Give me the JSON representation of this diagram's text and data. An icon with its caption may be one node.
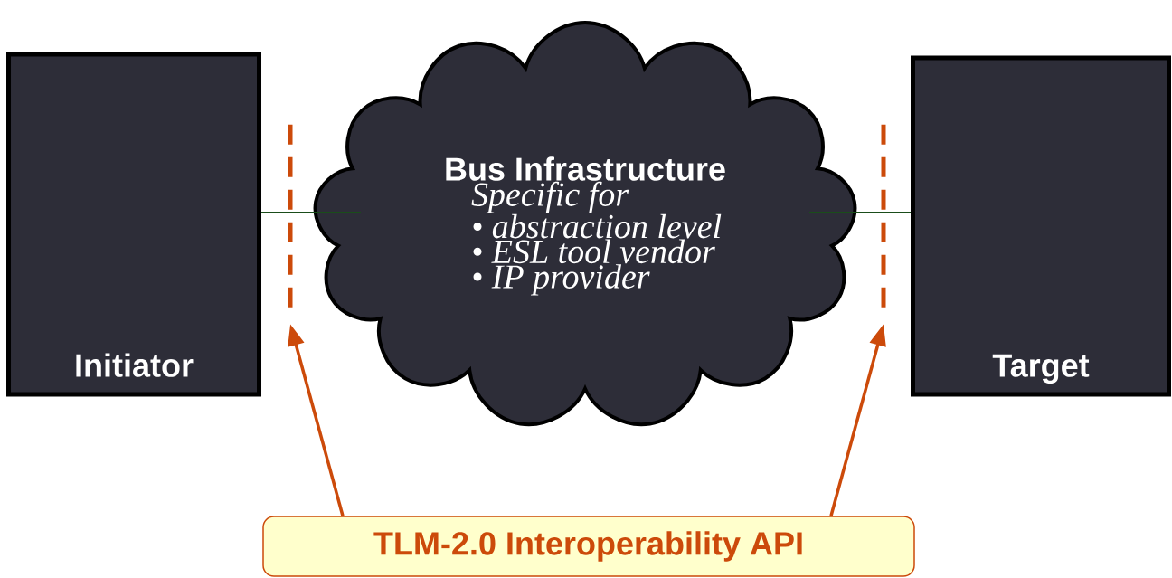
{
  "diagram": {
    "nodes": [
      {
        "text": [
          "Initiator"
        ]
      },
      {
        "text": [
          "Bus Infrastructure",
          "Specific for",
          "• abstraction level",
          "• ESL tool vendor",
          "• IP provider"
        ]
      },
      {
        "text": [
          "Target"
        ]
      },
      {
        "text": [
          "TLM-2.0 Interoperability API"
        ]
      },
      {
        "text": [],
        "shape": "line"
      },
      {
        "text": [],
        "shape": "line"
      }
    ],
    "edges": [
      {
        "from": 0,
        "to": 1,
        "arrow": "none",
        "color": "#1a4d1a"
      },
      {
        "from": 1,
        "to": 2,
        "arrow": "none",
        "color": "#1a4d1a"
      },
      {
        "from": 3,
        "to": 4,
        "arrow": "to",
        "color": "#cc4a0a"
      },
      {
        "from": 3,
        "to": 5,
        "arrow": "to",
        "color": "#cc4a0a"
      }
    ]
  }
}
